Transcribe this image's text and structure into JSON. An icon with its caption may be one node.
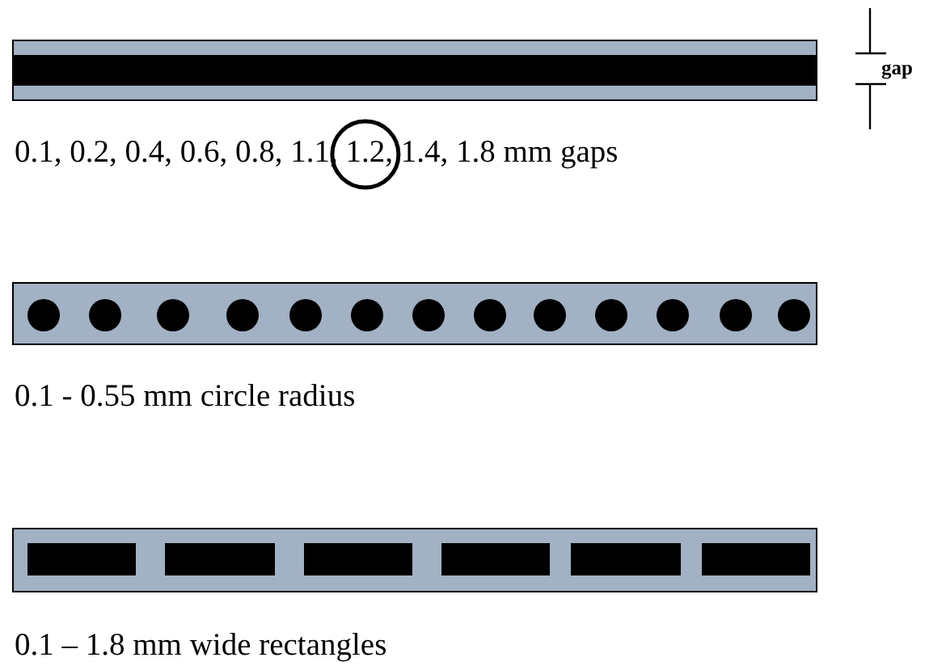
{
  "diagram": {
    "labels": [
      "gap",
      "0.1, 0.2, 0.4, 0.6, 0.8, 1.1, 1.2, 1.4, 1.8 mm gaps",
      "0.1 - 0.55 mm circle radius",
      "0.1 – 1.8 mm wide rectangles"
    ]
  }
}
